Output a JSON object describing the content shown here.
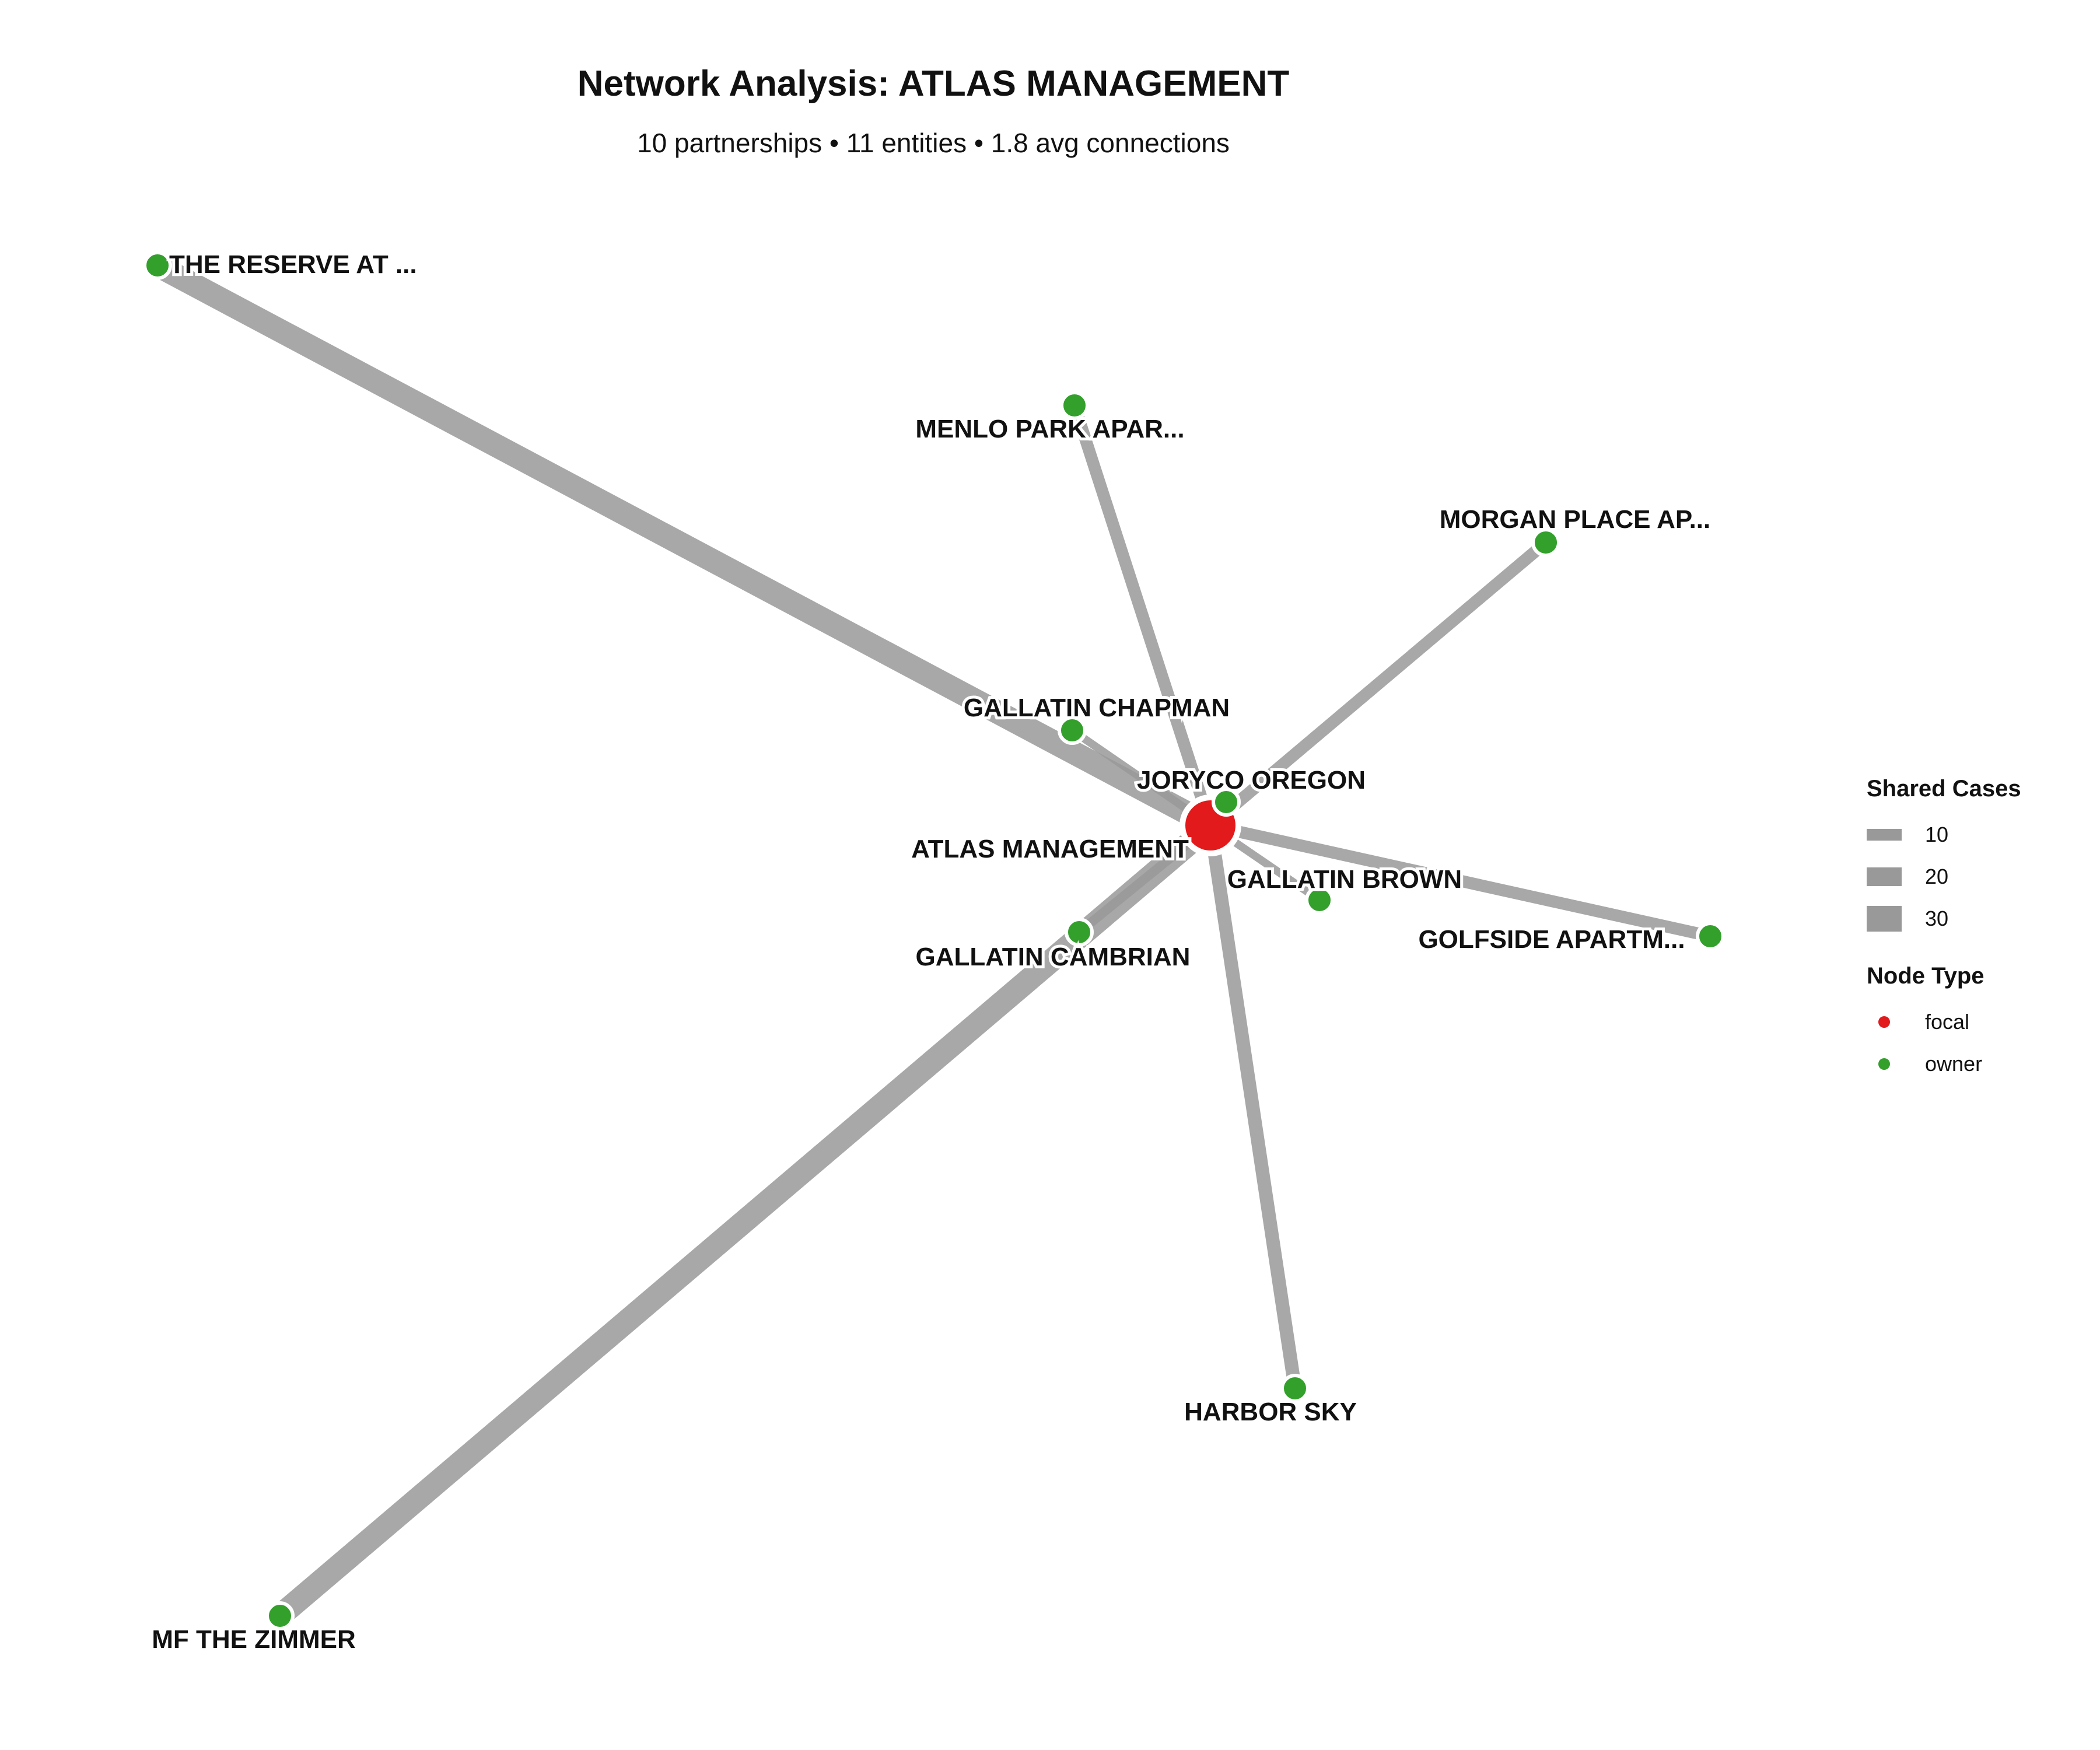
{
  "header": {
    "title": "Network Analysis: ATLAS MANAGEMENT",
    "subtitle": "10 partnerships • 11 entities • 1.8 avg connections"
  },
  "colors": {
    "focal": "#e31a1c",
    "owner": "#33a02c",
    "edge": "#999999",
    "background": "#ffffff"
  },
  "legend": {
    "edges_title": "Shared Cases",
    "edge_items": [
      {
        "label": "10",
        "value": 10
      },
      {
        "label": "20",
        "value": 20
      },
      {
        "label": "30",
        "value": 30
      }
    ],
    "nodes_title": "Node Type",
    "node_items": [
      {
        "label": "focal",
        "color": "#e31a1c"
      },
      {
        "label": "owner",
        "color": "#33a02c"
      }
    ]
  },
  "graph": {
    "nodes": [
      {
        "id": "atlas",
        "label": "ATLAS MANAGEMENT",
        "type": "focal"
      },
      {
        "id": "reserve",
        "label": "THE RESERVE AT ...",
        "type": "owner"
      },
      {
        "id": "menlo",
        "label": "MENLO PARK APAR...",
        "type": "owner"
      },
      {
        "id": "morgan",
        "label": "MORGAN PLACE AP...",
        "type": "owner"
      },
      {
        "id": "chapman",
        "label": "GALLATIN CHAPMAN",
        "type": "owner"
      },
      {
        "id": "joryco",
        "label": "JORYCO OREGON",
        "type": "owner"
      },
      {
        "id": "brown",
        "label": "GALLATIN BROWN",
        "type": "owner"
      },
      {
        "id": "golfside",
        "label": "GOLFSIDE APARTM...",
        "type": "owner"
      },
      {
        "id": "cambrian",
        "label": "GALLATIN CAMBRIAN",
        "type": "owner"
      },
      {
        "id": "harbor",
        "label": "HARBOR SKY",
        "type": "owner"
      },
      {
        "id": "zimmer",
        "label": "MF THE ZIMMER",
        "type": "owner"
      }
    ],
    "edges": [
      {
        "source": "atlas",
        "target": "reserve",
        "weight": 30
      },
      {
        "source": "atlas",
        "target": "zimmer",
        "weight": 30
      },
      {
        "source": "atlas",
        "target": "menlo",
        "weight": 14
      },
      {
        "source": "atlas",
        "target": "morgan",
        "weight": 14
      },
      {
        "source": "atlas",
        "target": "golfside",
        "weight": 14
      },
      {
        "source": "atlas",
        "target": "harbor",
        "weight": 16
      },
      {
        "source": "atlas",
        "target": "chapman",
        "weight": 8
      },
      {
        "source": "atlas",
        "target": "cambrian",
        "weight": 10
      },
      {
        "source": "atlas",
        "target": "brown",
        "weight": 8
      },
      {
        "source": "atlas",
        "target": "joryco",
        "weight": 4
      }
    ]
  }
}
